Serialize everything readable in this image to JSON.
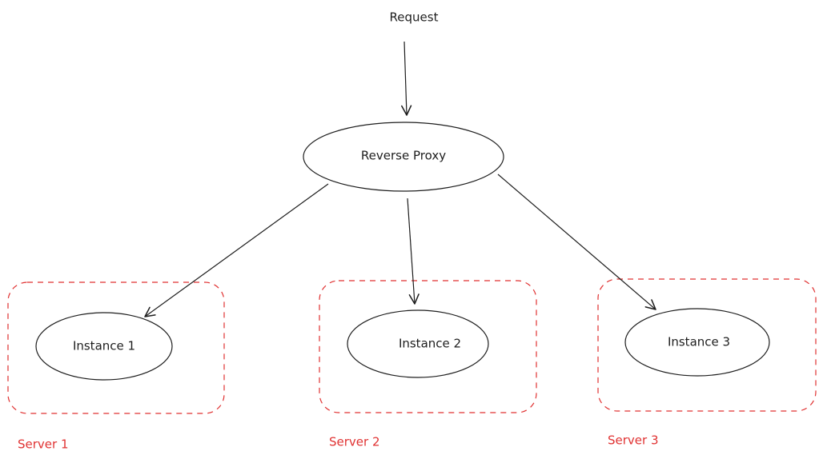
{
  "diagram": {
    "request_label": "Request",
    "proxy_label": "Reverse Proxy",
    "instances": [
      {
        "label": "Instance 1"
      },
      {
        "label": "Instance 2"
      },
      {
        "label": "Instance 3"
      }
    ],
    "servers": [
      {
        "label": "Server 1"
      },
      {
        "label": "Server 2"
      },
      {
        "label": "Server 3"
      }
    ],
    "colors": {
      "stroke": "#1e1e1e",
      "server_border": "#e03131",
      "server_label": "#e03131",
      "background": "#ffffff"
    }
  }
}
